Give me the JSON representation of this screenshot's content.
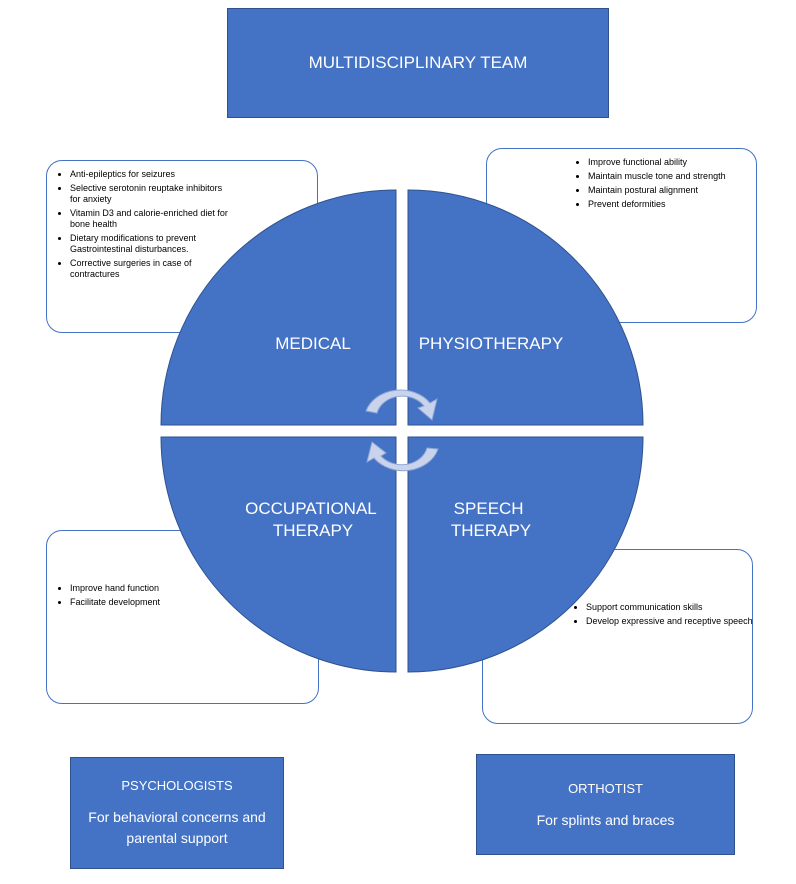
{
  "title": "MULTIDISCIPLINARY TEAM",
  "quadrants": {
    "medical": [
      "MEDICAL"
    ],
    "physiotherapy": [
      "PHYSIOTHERAPY"
    ],
    "occupational": [
      "OCCUPATIONAL",
      "THERAPY"
    ],
    "speech": [
      "SPEECH",
      "THERAPY"
    ]
  },
  "notes": {
    "medical": [
      "Anti-epileptics for seizures",
      "Selective serotonin reuptake inhibitors for anxiety",
      "Vitamin D3 and calorie-enriched diet for bone health",
      "Dietary modifications to prevent Gastrointestinal disturbances.",
      "Corrective surgeries in case of contractures"
    ],
    "physiotherapy": [
      "Improve functional ability",
      "Maintain muscle tone and strength",
      "Maintain postural alignment",
      "Prevent deformities"
    ],
    "occupational": [
      "Improve hand function",
      "Facilitate development"
    ],
    "speech": [
      "Support communication skills",
      "Develop expressive and receptive speech"
    ]
  },
  "psychologists": {
    "heading": "PSYCHOLOGISTS",
    "text": "For behavioral concerns and parental support"
  },
  "orthotist": {
    "heading": "ORTHOTIST",
    "text": "For splints and braces"
  },
  "colors": {
    "fill": "#4472C4",
    "border": "#2F528F",
    "arrow": "#C9D3EB"
  }
}
